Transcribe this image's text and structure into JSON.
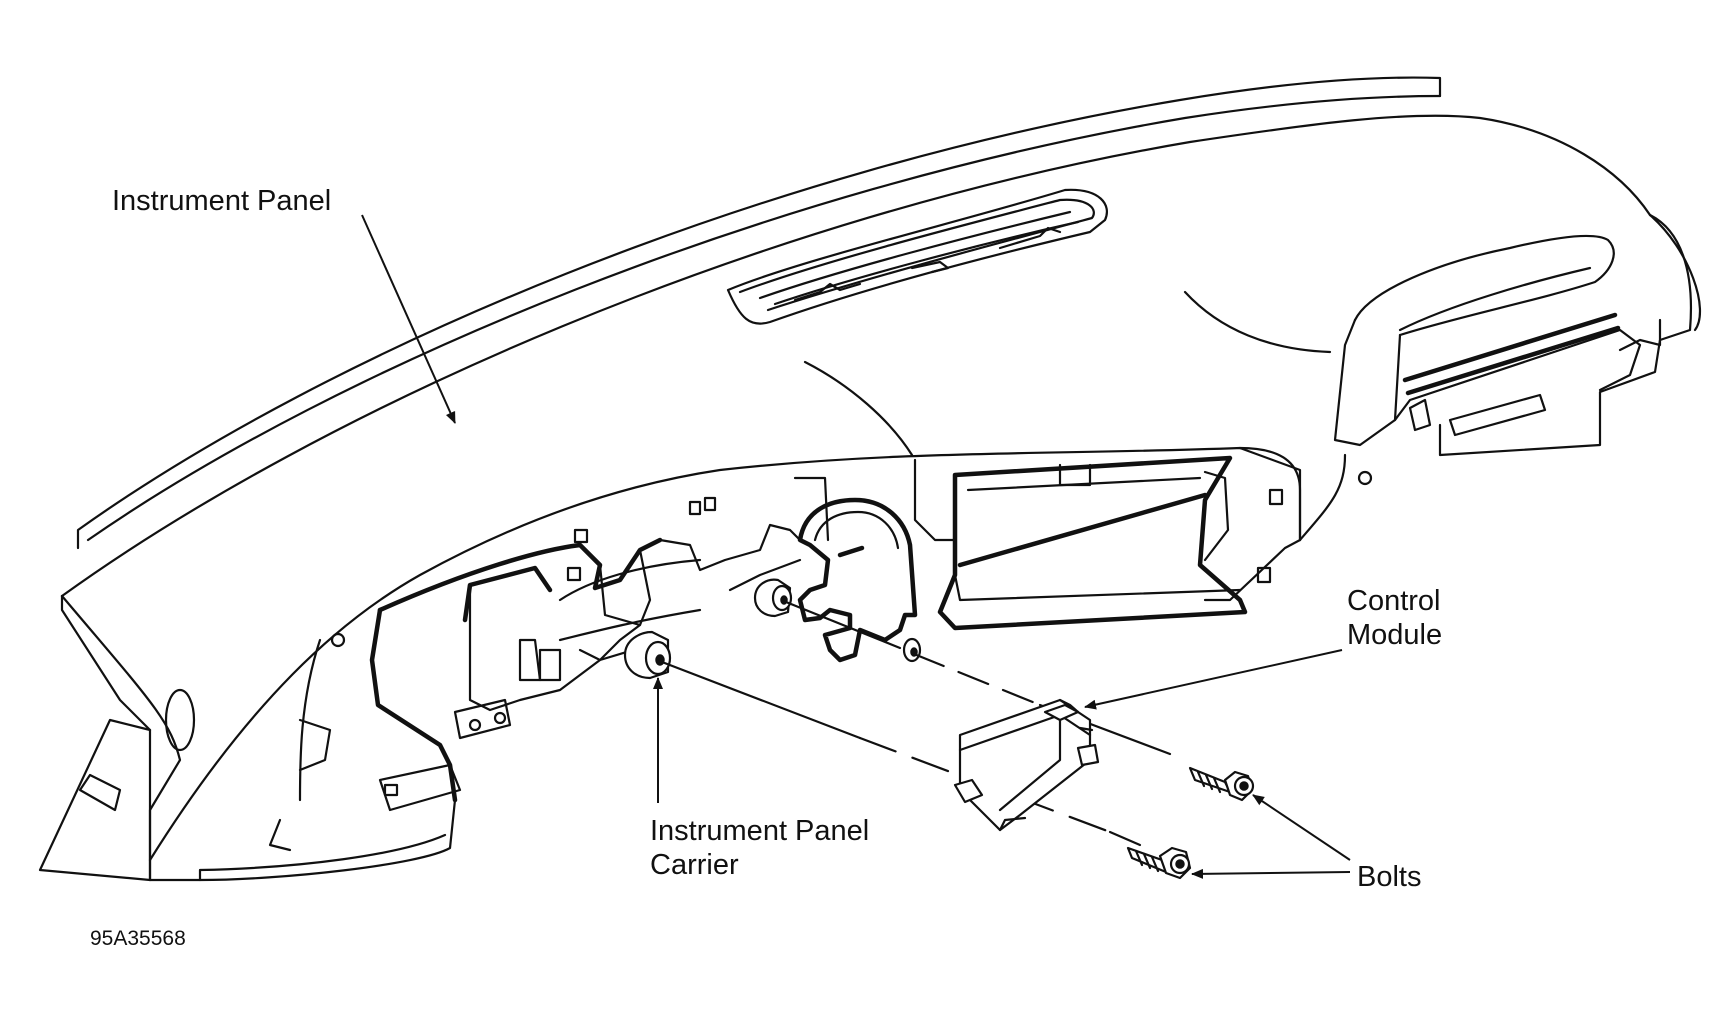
{
  "figure": {
    "code": "95A35568",
    "labels": {
      "instrument_panel": "Instrument Panel",
      "control_module_1": "Control",
      "control_module_2": "Module",
      "carrier_1": "Instrument Panel",
      "carrier_2": "Carrier",
      "bolts": "Bolts"
    }
  },
  "colors": {
    "ink": "#111111",
    "paper": "#ffffff"
  }
}
